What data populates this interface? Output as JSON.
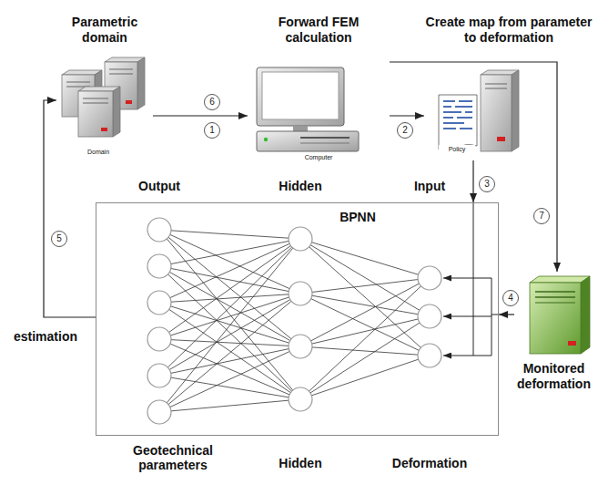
{
  "diagram": {
    "nodes": [
      {
        "text": [
          "Parametric domain",
          "Domain"
        ]
      },
      {
        "text": [
          "Forward FEM calculation",
          "Computer"
        ]
      },
      {
        "text": [
          "Create map from parameter to deformation",
          "Policy"
        ]
      },
      {
        "text": [
          "BPNN"
        ]
      },
      {
        "text": [
          "Monitored deformation"
        ]
      }
    ],
    "edges": [
      {
        "from": 0,
        "to": 1,
        "label": "1",
        "arrow": "to"
      },
      {
        "from": 1,
        "to": 2,
        "label": "2",
        "arrow": "to"
      },
      {
        "from": 2,
        "to": 3,
        "label": "3",
        "arrow": "to"
      },
      {
        "from": 4,
        "to": 3,
        "label": "4",
        "arrow": "to"
      },
      {
        "from": 3,
        "to": 0,
        "label": "5",
        "arrow": "to"
      },
      {
        "from": 1,
        "to": 4,
        "label": "7",
        "arrow": "to"
      }
    ],
    "labels": [
      "6",
      "Output",
      "Hidden",
      "Input",
      "estimation",
      "Geotechnical parameters",
      "Hidden",
      "Deformation"
    ]
  }
}
